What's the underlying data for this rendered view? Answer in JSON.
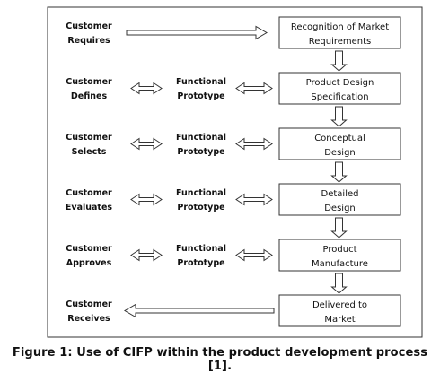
{
  "rows": [
    {
      "customer": [
        "Customer",
        "Requires"
      ],
      "prototype": null,
      "stage": [
        "Recognition of Market",
        "Requirements"
      ],
      "arrow": "right"
    },
    {
      "customer": [
        "Customer",
        "Defines"
      ],
      "prototype": [
        "Functional",
        "Prototype"
      ],
      "stage": [
        "Product Design",
        "Specification"
      ],
      "arrow": "both"
    },
    {
      "customer": [
        "Customer",
        "Selects"
      ],
      "prototype": [
        "Functional",
        "Prototype"
      ],
      "stage": [
        "Conceptual",
        "Design"
      ],
      "arrow": "both"
    },
    {
      "customer": [
        "Customer",
        "Evaluates"
      ],
      "prototype": [
        "Functional",
        "Prototype"
      ],
      "stage": [
        "Detailed",
        "Design"
      ],
      "arrow": "both"
    },
    {
      "customer": [
        "Customer",
        "Approves"
      ],
      "prototype": [
        "Functional",
        "Prototype"
      ],
      "stage": [
        "Product",
        "Manufacture"
      ],
      "arrow": "both"
    },
    {
      "customer": [
        "Customer",
        "Receives"
      ],
      "prototype": null,
      "stage": [
        "Delivered to",
        "Market"
      ],
      "arrow": "left"
    }
  ],
  "caption": "Figure 1: Use of CIFP within the product development process [1].",
  "colors": {
    "text": "#111111",
    "line": "#333333",
    "fill": "#ffffff"
  }
}
